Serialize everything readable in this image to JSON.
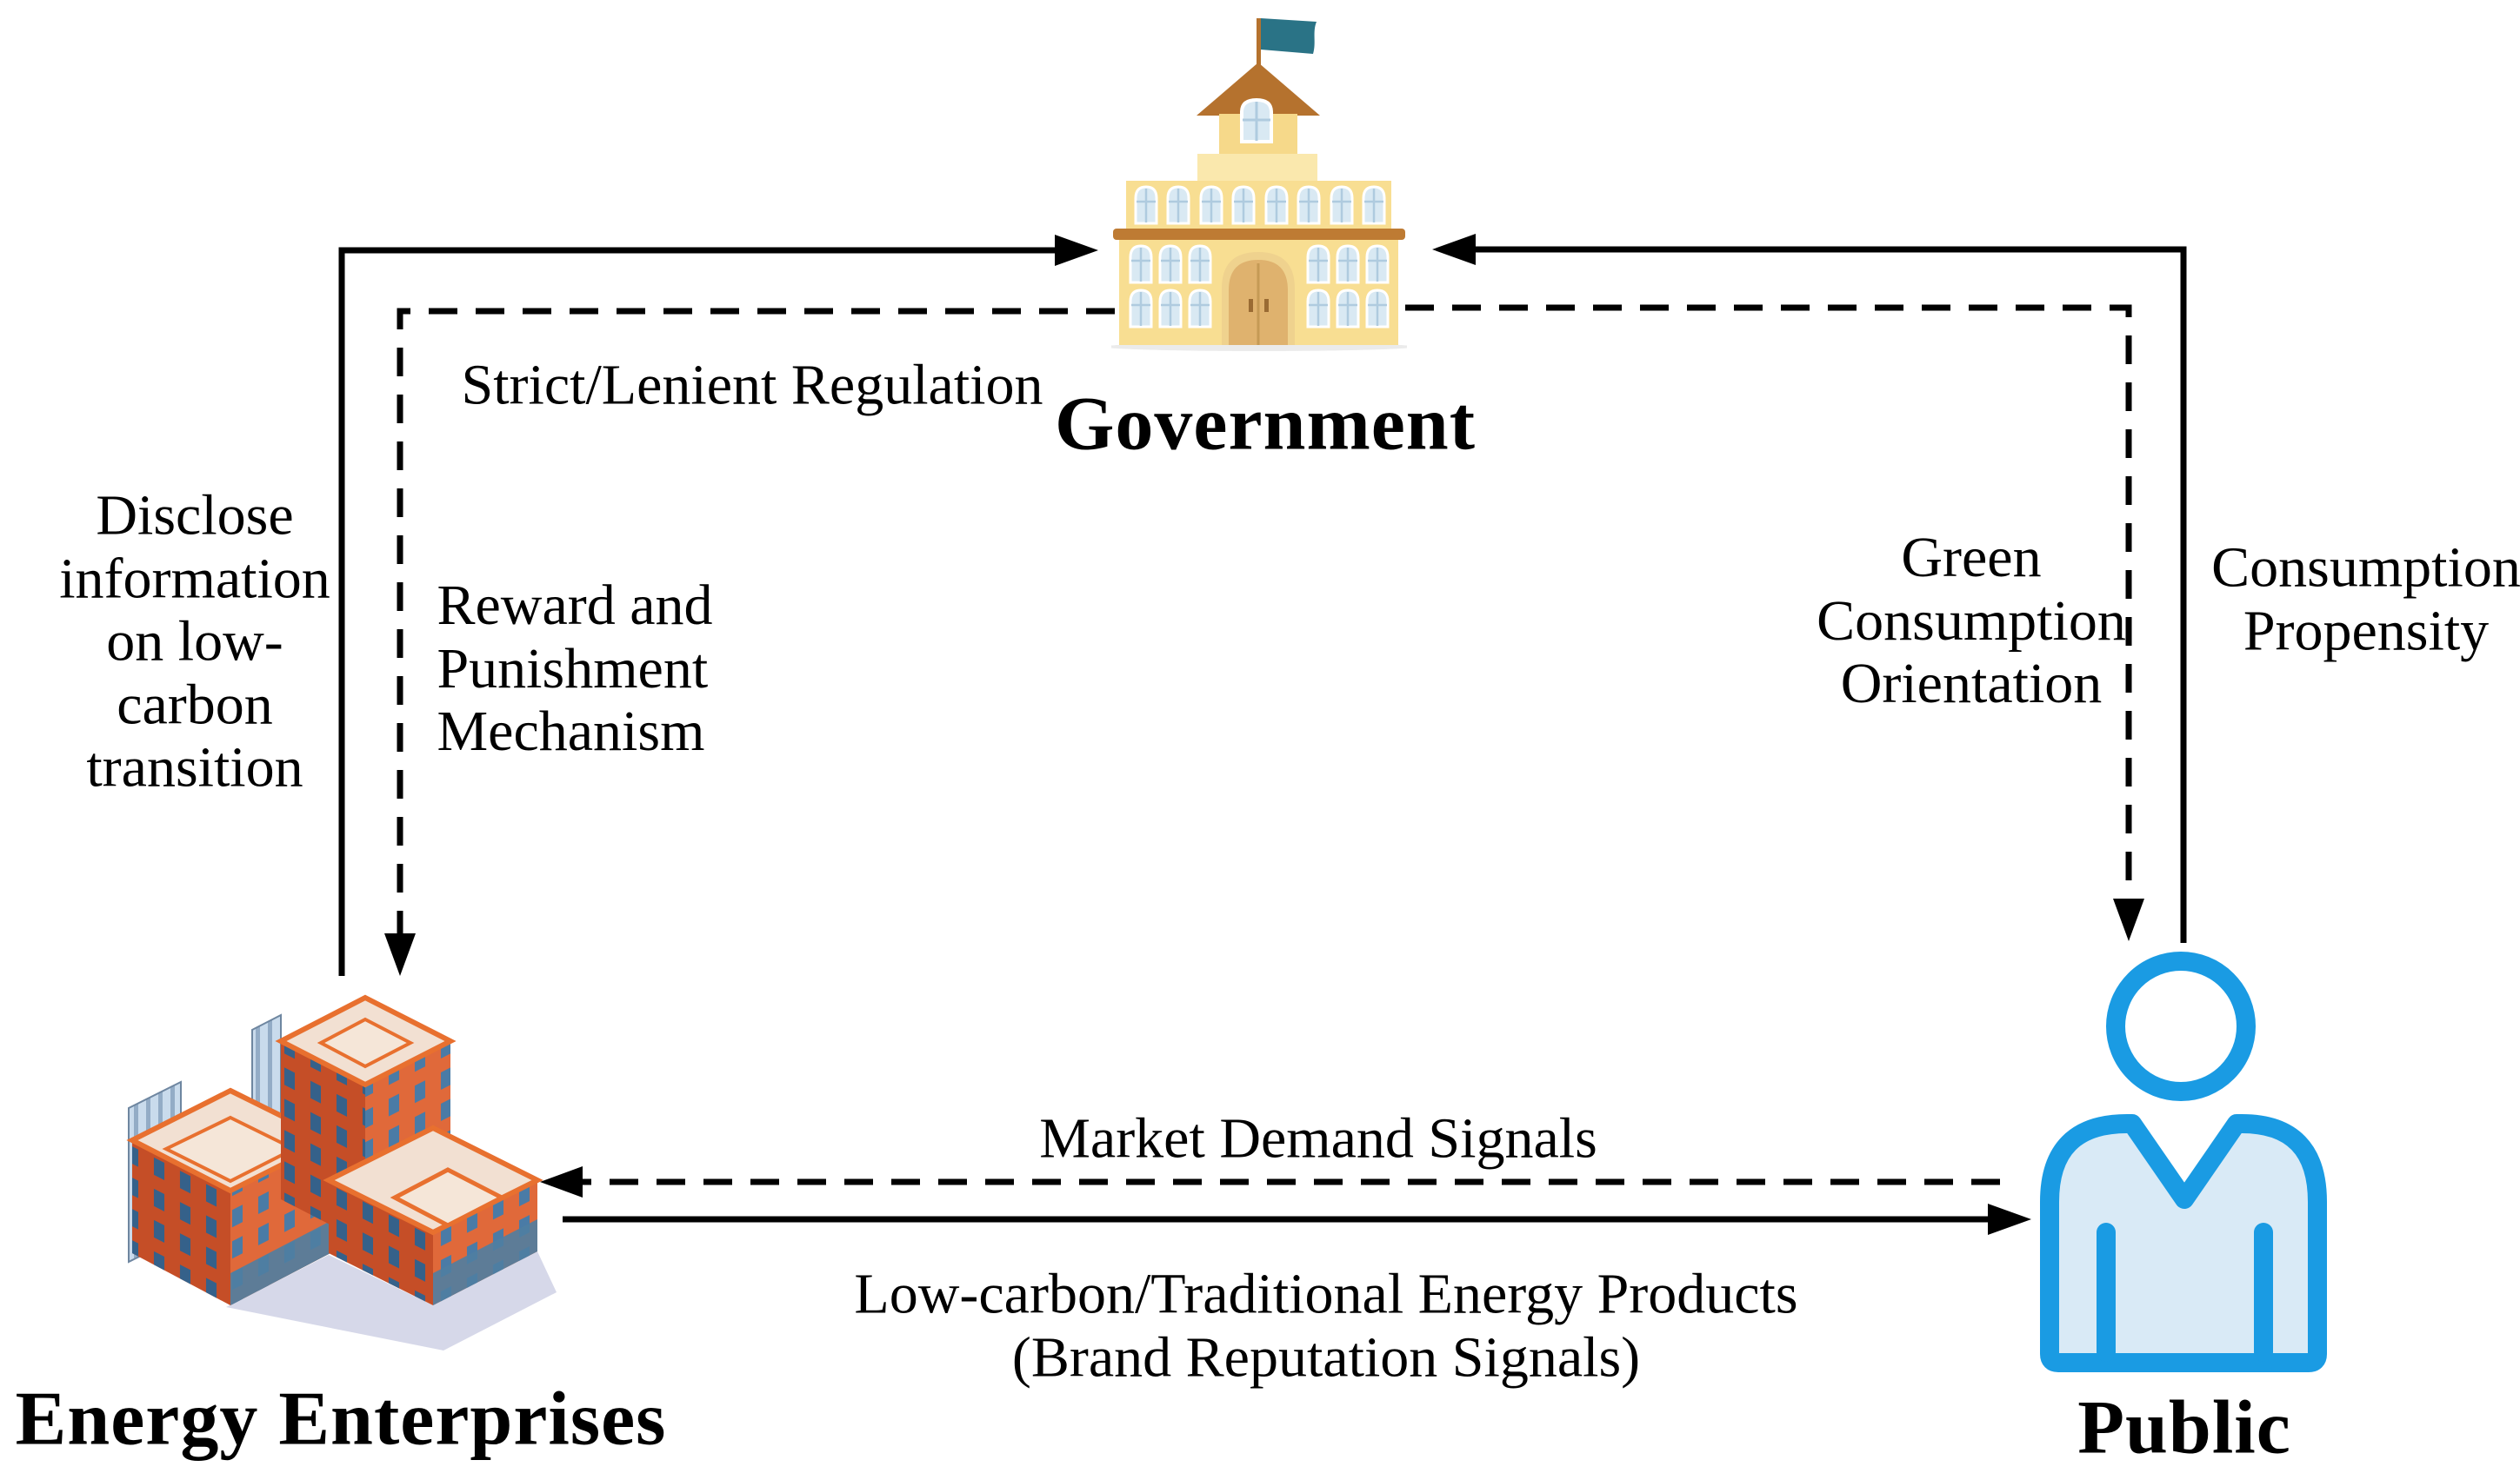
{
  "figure": {
    "background": "#FFFFFF",
    "nodes": {
      "government": {
        "label": "Government",
        "icon": "government-building"
      },
      "energy_enterprises": {
        "label": "Energy Enterprises",
        "icon": "office-buildings"
      },
      "public": {
        "label": "Public",
        "icon": "person"
      }
    },
    "edges": {
      "disclose": {
        "from": "energy_enterprises",
        "to": "government",
        "style": "solid",
        "lines": [
          "Disclose",
          "information",
          "on low-",
          "carbon",
          "transition"
        ]
      },
      "regulation": {
        "from": "government",
        "to": "energy_enterprises",
        "style": "dashed",
        "label": "Strict/Lenient Regulation"
      },
      "reward": {
        "from": "government",
        "to": "energy_enterprises",
        "style": "dashed",
        "lines": [
          "Reward and",
          "Punishment",
          "Mechanism"
        ]
      },
      "green": {
        "from": "government",
        "to": "public",
        "style": "dashed",
        "lines": [
          "Green",
          "Consumption",
          "Orientation"
        ]
      },
      "propensity": {
        "from": "public",
        "to": "government",
        "style": "solid",
        "lines": [
          "Consumption",
          "Propensity"
        ]
      },
      "market": {
        "from": "public",
        "to": "energy_enterprises",
        "style": "dashed",
        "label": "Market Demand Signals"
      },
      "products": {
        "from": "energy_enterprises",
        "to": "public",
        "style": "solid",
        "lines": [
          "Low-carbon/Traditional Energy Products",
          "(Brand Reputation Signals)"
        ]
      }
    },
    "colors": {
      "arrow": "#000000",
      "government_wall": "#F8DE92",
      "government_band": "#FAE8AD",
      "government_roof": "#B5722E",
      "government_cornice": "#BE7B33",
      "flag_teal": "#2A7386",
      "door_tan": "#DFB26E",
      "window_pale_blue": "#D9E9F3",
      "enterprise_orange_dark": "#C54E27",
      "enterprise_orange_light": "#E0693A",
      "enterprise_roof": "#F2E0D2",
      "enterprise_roof_edge": "#E8702F",
      "enterprise_window": "#35618A",
      "striped_slab": "#C9DBEC",
      "shadow_lavender": "#C8CBE1",
      "public_blue": "#1A9BE3",
      "public_fill": "#D9EAF6"
    }
  }
}
